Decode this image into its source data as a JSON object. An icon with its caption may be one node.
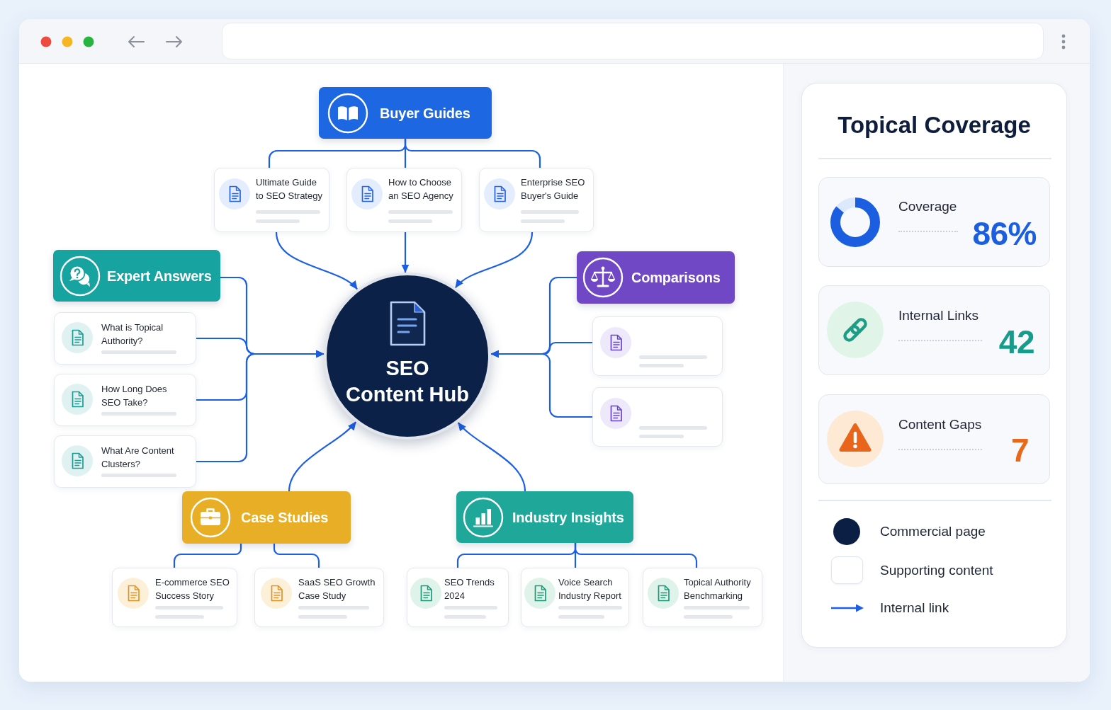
{
  "diagram": {
    "nodes": [
      {
        "text": [
          "SEO Content Hub"
        ]
      },
      {
        "text": [
          "Buyer Guides"
        ]
      },
      {
        "text": [
          "Ultimate Guide to SEO Strategy"
        ]
      },
      {
        "text": [
          "How to Choose an SEO Agency"
        ]
      },
      {
        "text": [
          "Enterprise SEO Buyer's Guide"
        ]
      },
      {
        "text": [
          "Expert Answers"
        ]
      },
      {
        "text": [
          "What is Topical Authority?"
        ]
      },
      {
        "text": [
          "How Long Does SEO Take?"
        ]
      },
      {
        "text": [
          "What Are Content Clusters?"
        ]
      },
      {
        "text": [
          "Comparisons"
        ]
      },
      {
        "text": [],
        "shape": "box"
      },
      {
        "text": [],
        "shape": "box"
      },
      {
        "text": [
          "Case Studies"
        ]
      },
      {
        "text": [
          "E-commerce SEO Success Story"
        ]
      },
      {
        "text": [
          "SaaS SEO Growth Case Study"
        ]
      },
      {
        "text": [
          "Industry Insights"
        ]
      },
      {
        "text": [
          "SEO Trends 2024"
        ]
      },
      {
        "text": [
          "Voice Search Industry Report"
        ]
      },
      {
        "text": [
          "Topical Authority Benchmarking"
        ]
      },
      {
        "text": [
          "Topical Coverage"
        ]
      },
      {
        "text": [
          "Coverage",
          "86%"
        ],
        "in": 19
      },
      {
        "text": [
          "Internal Links",
          "42"
        ],
        "in": 19
      },
      {
        "text": [
          "Content Gaps",
          "7"
        ],
        "in": 19
      }
    ],
    "edges": [
      {
        "from": 1,
        "to": 2,
        "arrow": "none"
      },
      {
        "from": 1,
        "to": 3,
        "arrow": "none"
      },
      {
        "from": 1,
        "to": 4,
        "arrow": "none"
      },
      {
        "from": 2,
        "to": 0,
        "arrow": "to"
      },
      {
        "from": 3,
        "to": 0,
        "arrow": "to"
      },
      {
        "from": 4,
        "to": 0,
        "arrow": "to"
      },
      {
        "from": 5,
        "to": 0,
        "arrow": "to"
      },
      {
        "from": 6,
        "to": 0,
        "arrow": "to"
      },
      {
        "from": 7,
        "to": 0,
        "arrow": "to"
      },
      {
        "from": 8,
        "to": 0,
        "arrow": "to"
      },
      {
        "from": 9,
        "to": 0,
        "arrow": "to"
      },
      {
        "from": 10,
        "to": 0,
        "arrow": "to"
      },
      {
        "from": 11,
        "to": 0,
        "arrow": "to"
      },
      {
        "from": 12,
        "to": 0,
        "arrow": "to"
      },
      {
        "from": 12,
        "to": 13,
        "arrow": "none"
      },
      {
        "from": 12,
        "to": 14,
        "arrow": "none"
      },
      {
        "from": 15,
        "to": 0,
        "arrow": "to"
      },
      {
        "from": 15,
        "to": 16,
        "arrow": "none"
      },
      {
        "from": 15,
        "to": 17,
        "arrow": "none"
      },
      {
        "from": 15,
        "to": 18,
        "arrow": "none"
      }
    ],
    "legend": [
      {
        "text": "Commercial page",
        "color": "#0b1f45"
      },
      {
        "text": "Supporting content",
        "color": "#ffffff"
      },
      {
        "text": "Internal link"
      }
    ]
  }
}
